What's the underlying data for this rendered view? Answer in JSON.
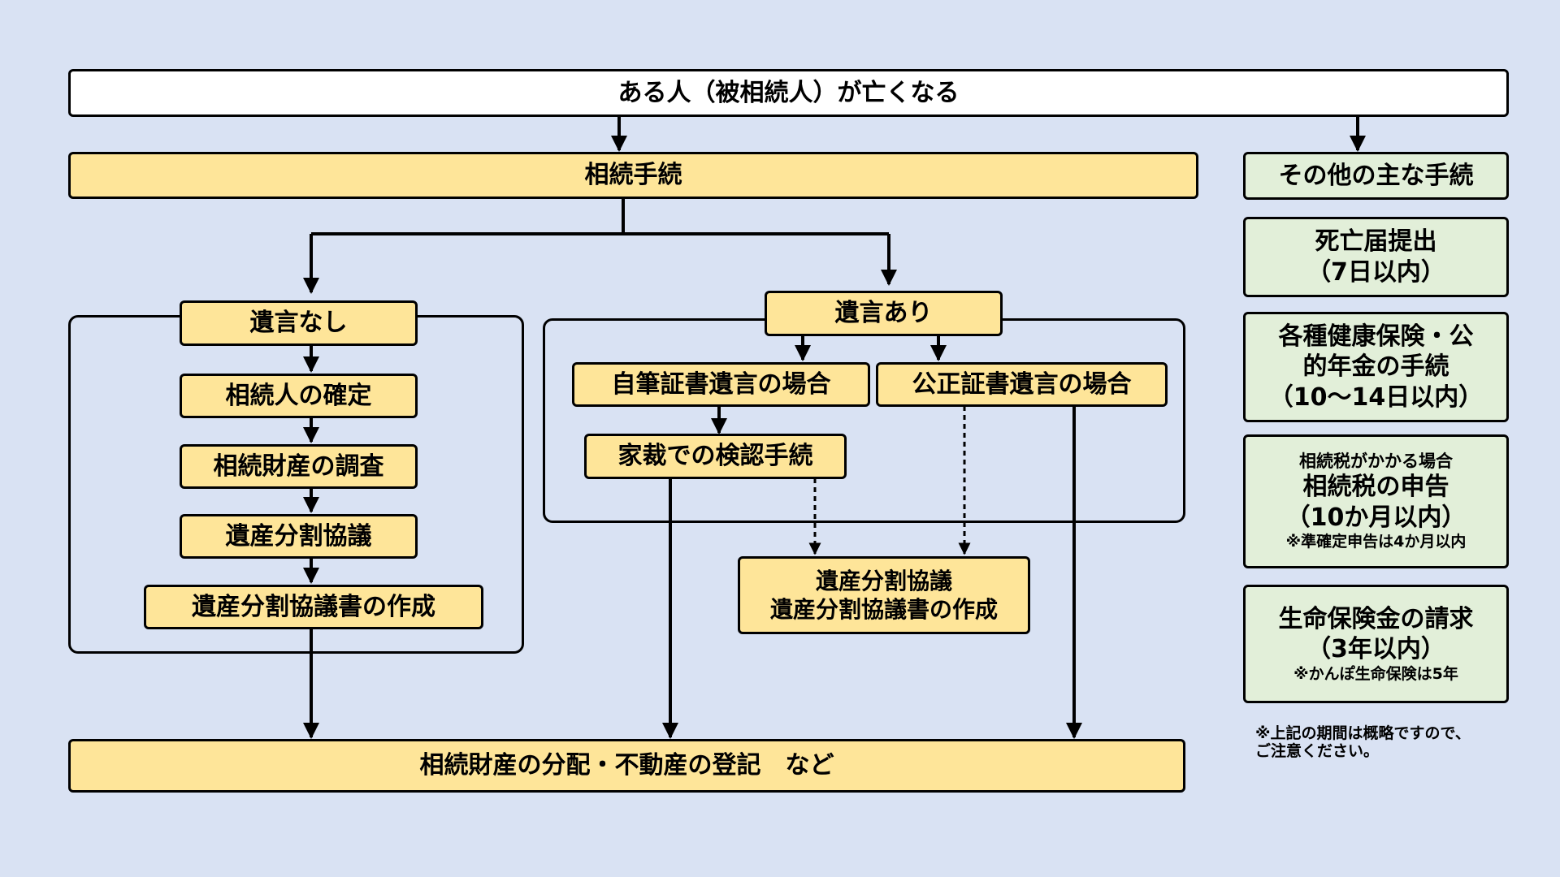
{
  "top": {
    "label": "ある人（被相続人）が亡くなる"
  },
  "procedure": {
    "label": "相続手続"
  },
  "no_will": {
    "label": "遺言なし",
    "steps": [
      "相続人の確定",
      "相続財産の調査",
      "遺産分割協議",
      "遺産分割協議書の作成"
    ]
  },
  "will": {
    "label": "遺言あり",
    "holographic": "自筆証書遺言の場合",
    "notarial": "公正証書遺言の場合",
    "probate": "家裁での検認手続",
    "division_line1": "遺産分割協議",
    "division_line2": "遺産分割協議書の作成"
  },
  "bottom": {
    "label": "相続財産の分配・不動産の登記　など"
  },
  "other": {
    "title": "その他の主な手続",
    "death_line1": "死亡届提出",
    "death_line2": "（7日以内）",
    "insurance_line1": "各種健康保険・公",
    "insurance_line2": "的年金の手続",
    "insurance_line3": "（10～14日以内）",
    "tax_small": "相続税がかかる場合",
    "tax_line1": "相続税の申告",
    "tax_line2": "（10か月以内）",
    "tax_note": "※準確定申告は4か月以内",
    "life_line1": "生命保険金の請求",
    "life_line2": "（3年以内）",
    "life_note": "※かんぽ生命保険は5年",
    "footnote": "※上記の期間は概略ですので、\nご注意ください。"
  }
}
